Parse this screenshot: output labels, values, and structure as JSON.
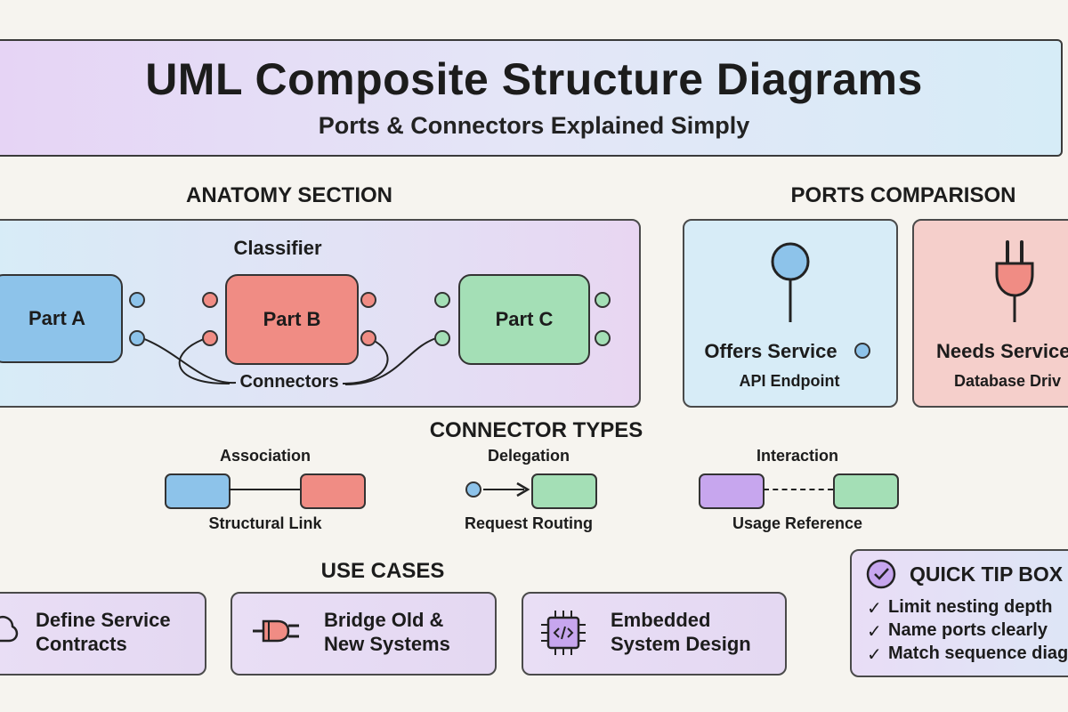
{
  "header": {
    "title": "UML Composite Structure Diagrams",
    "subtitle": "Ports & Connectors Explained Simply"
  },
  "anatomy": {
    "heading": "ANATOMY SECTION",
    "classifier_label": "Classifier",
    "parts": [
      {
        "label": "Part A",
        "color": "#8dc3ea"
      },
      {
        "label": "Part B",
        "color": "#f08c84"
      },
      {
        "label": "Part C",
        "color": "#a4dfb6"
      }
    ],
    "connectors_label": "Connectors"
  },
  "ports_comparison": {
    "heading": "PORTS COMPARISON",
    "cards": [
      {
        "title": "Offers Service",
        "subtitle": "API Endpoint",
        "icon": "lollipop-provided-icon",
        "color": "#d7ecf7"
      },
      {
        "title": "Needs Service",
        "subtitle": "Database Driv",
        "icon": "plug-required-icon",
        "color": "#f5cfcb"
      }
    ]
  },
  "connector_types": {
    "heading": "CONNECTOR TYPES",
    "items": [
      {
        "top_label": "Association",
        "bottom_label": "Structural Link"
      },
      {
        "top_label": "Delegation",
        "bottom_label": "Request Routing"
      },
      {
        "top_label": "Interaction",
        "bottom_label": "Usage Reference"
      }
    ]
  },
  "use_cases": {
    "heading": "USE CASES",
    "items": [
      {
        "line1": "Define Service",
        "line2": "Contracts",
        "icon": "cloud-icon"
      },
      {
        "line1": "Bridge Old &",
        "line2": "New Systems",
        "icon": "plug-adapter-icon"
      },
      {
        "line1": "Embedded",
        "line2": "System Design",
        "icon": "chip-icon"
      }
    ]
  },
  "quick_tip": {
    "title": "QUICK TIP BOX",
    "items": [
      "Limit nesting depth",
      "Name ports clearly",
      "Match sequence diag"
    ]
  },
  "colors": {
    "blue": "#8dc3ea",
    "red": "#f08c84",
    "green": "#a4dfb6",
    "purple": "#c7a6ee"
  }
}
